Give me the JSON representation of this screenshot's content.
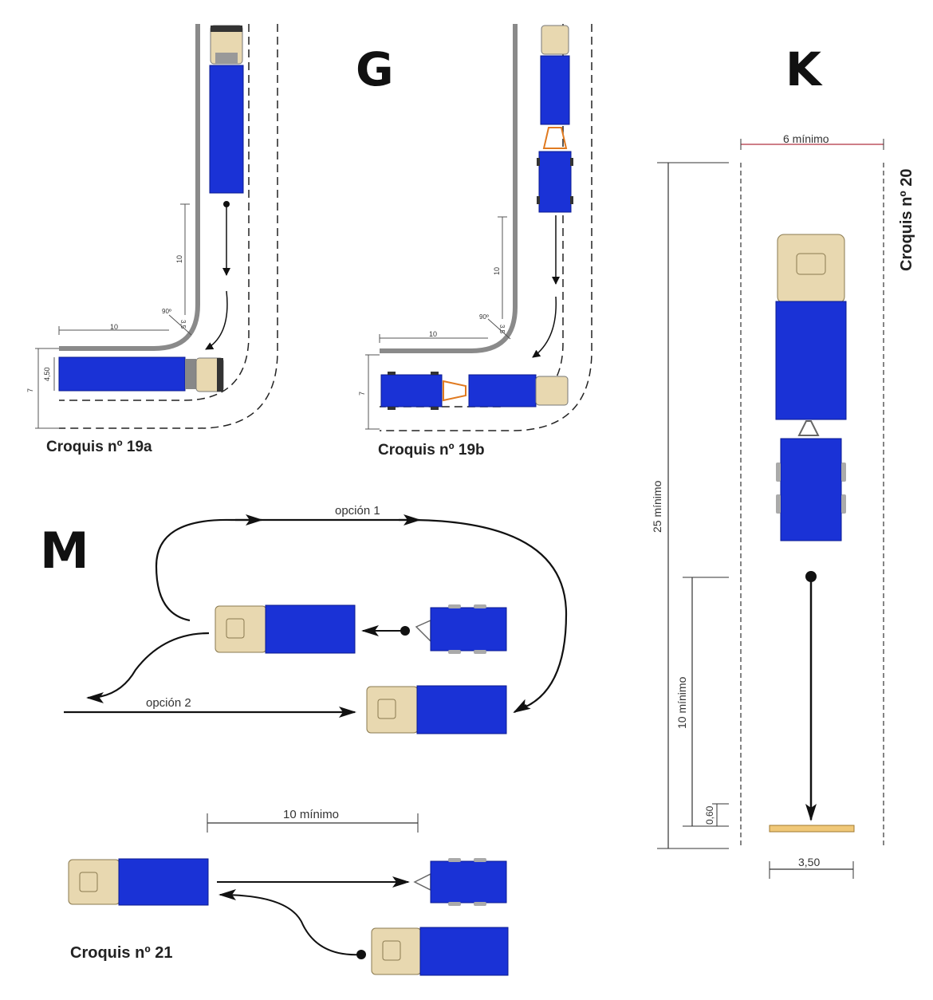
{
  "sections": {
    "g_letter": "G",
    "k_letter": "K",
    "m_letter": "M"
  },
  "captions": {
    "c19a": "Croquis nº 19a",
    "c19b": "Croquis nº 19b",
    "c20": "Croquis nº 20",
    "c21": "Croquis nº 21"
  },
  "dims_19a": {
    "vert_10": "10",
    "horiz_10": "10",
    "angle": "90º",
    "diag": "3,5",
    "h7": "7",
    "h450": "4,50"
  },
  "dims_19b": {
    "vert_10": "10",
    "horiz_10": "10",
    "angle": "90º",
    "diag": "3,5",
    "h7": "7"
  },
  "dims_20": {
    "width": "6 mínimo",
    "length": "25 mínimo",
    "stop": "10 mínimo",
    "gap": "0,60",
    "base": "3,50"
  },
  "labels_m": {
    "opcion1": "opción 1",
    "opcion2": "opción 2"
  },
  "dims_21": {
    "dist": "10 mínimo"
  },
  "colors": {
    "cargo": "#1a32d6",
    "cab": "#e8d8b0",
    "road": "#8a8a8a",
    "barrier": "#e07a20"
  }
}
